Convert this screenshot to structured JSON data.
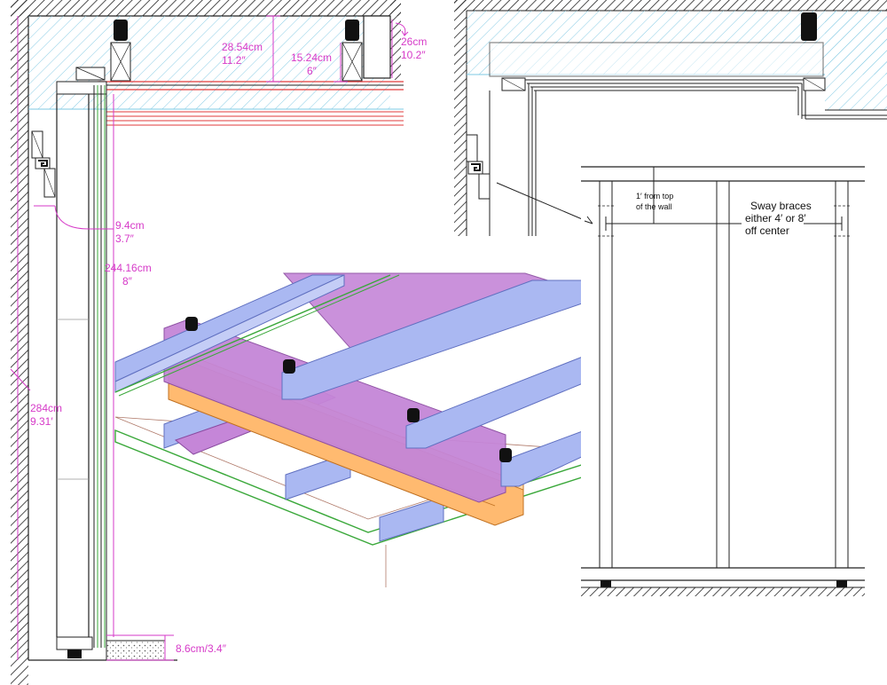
{
  "colors": {
    "dimension": "#d63ac8",
    "insulation_hatch": "#7ec8e3",
    "joist": "#aab8f2",
    "beam": "#ffba70",
    "purple_joist": "#c586d8",
    "red_line": "#e23b3b",
    "green_line": "#3aa83a",
    "line": "#222222"
  },
  "left_section": {
    "dimensions": [
      {
        "metric": "28.54cm",
        "imperial": "11.2″"
      },
      {
        "metric": "15.24cm",
        "imperial": "6″"
      },
      {
        "metric": "26cm",
        "imperial": "10.2″"
      },
      {
        "metric": "9.4cm",
        "imperial": "3.7″"
      },
      {
        "metric": "244.16cm",
        "imperial": "8″"
      },
      {
        "metric": "284cm",
        "imperial": "9.31′"
      },
      {
        "metric": "8.6cm/3.4″",
        "imperial": ""
      }
    ]
  },
  "elevation_notes": {
    "top_note_line1": "1′ from top",
    "top_note_line2": "of the wall",
    "sway_line1": "Sway braces",
    "sway_line2": "either 4′ or 8′",
    "sway_line3": "off center"
  }
}
